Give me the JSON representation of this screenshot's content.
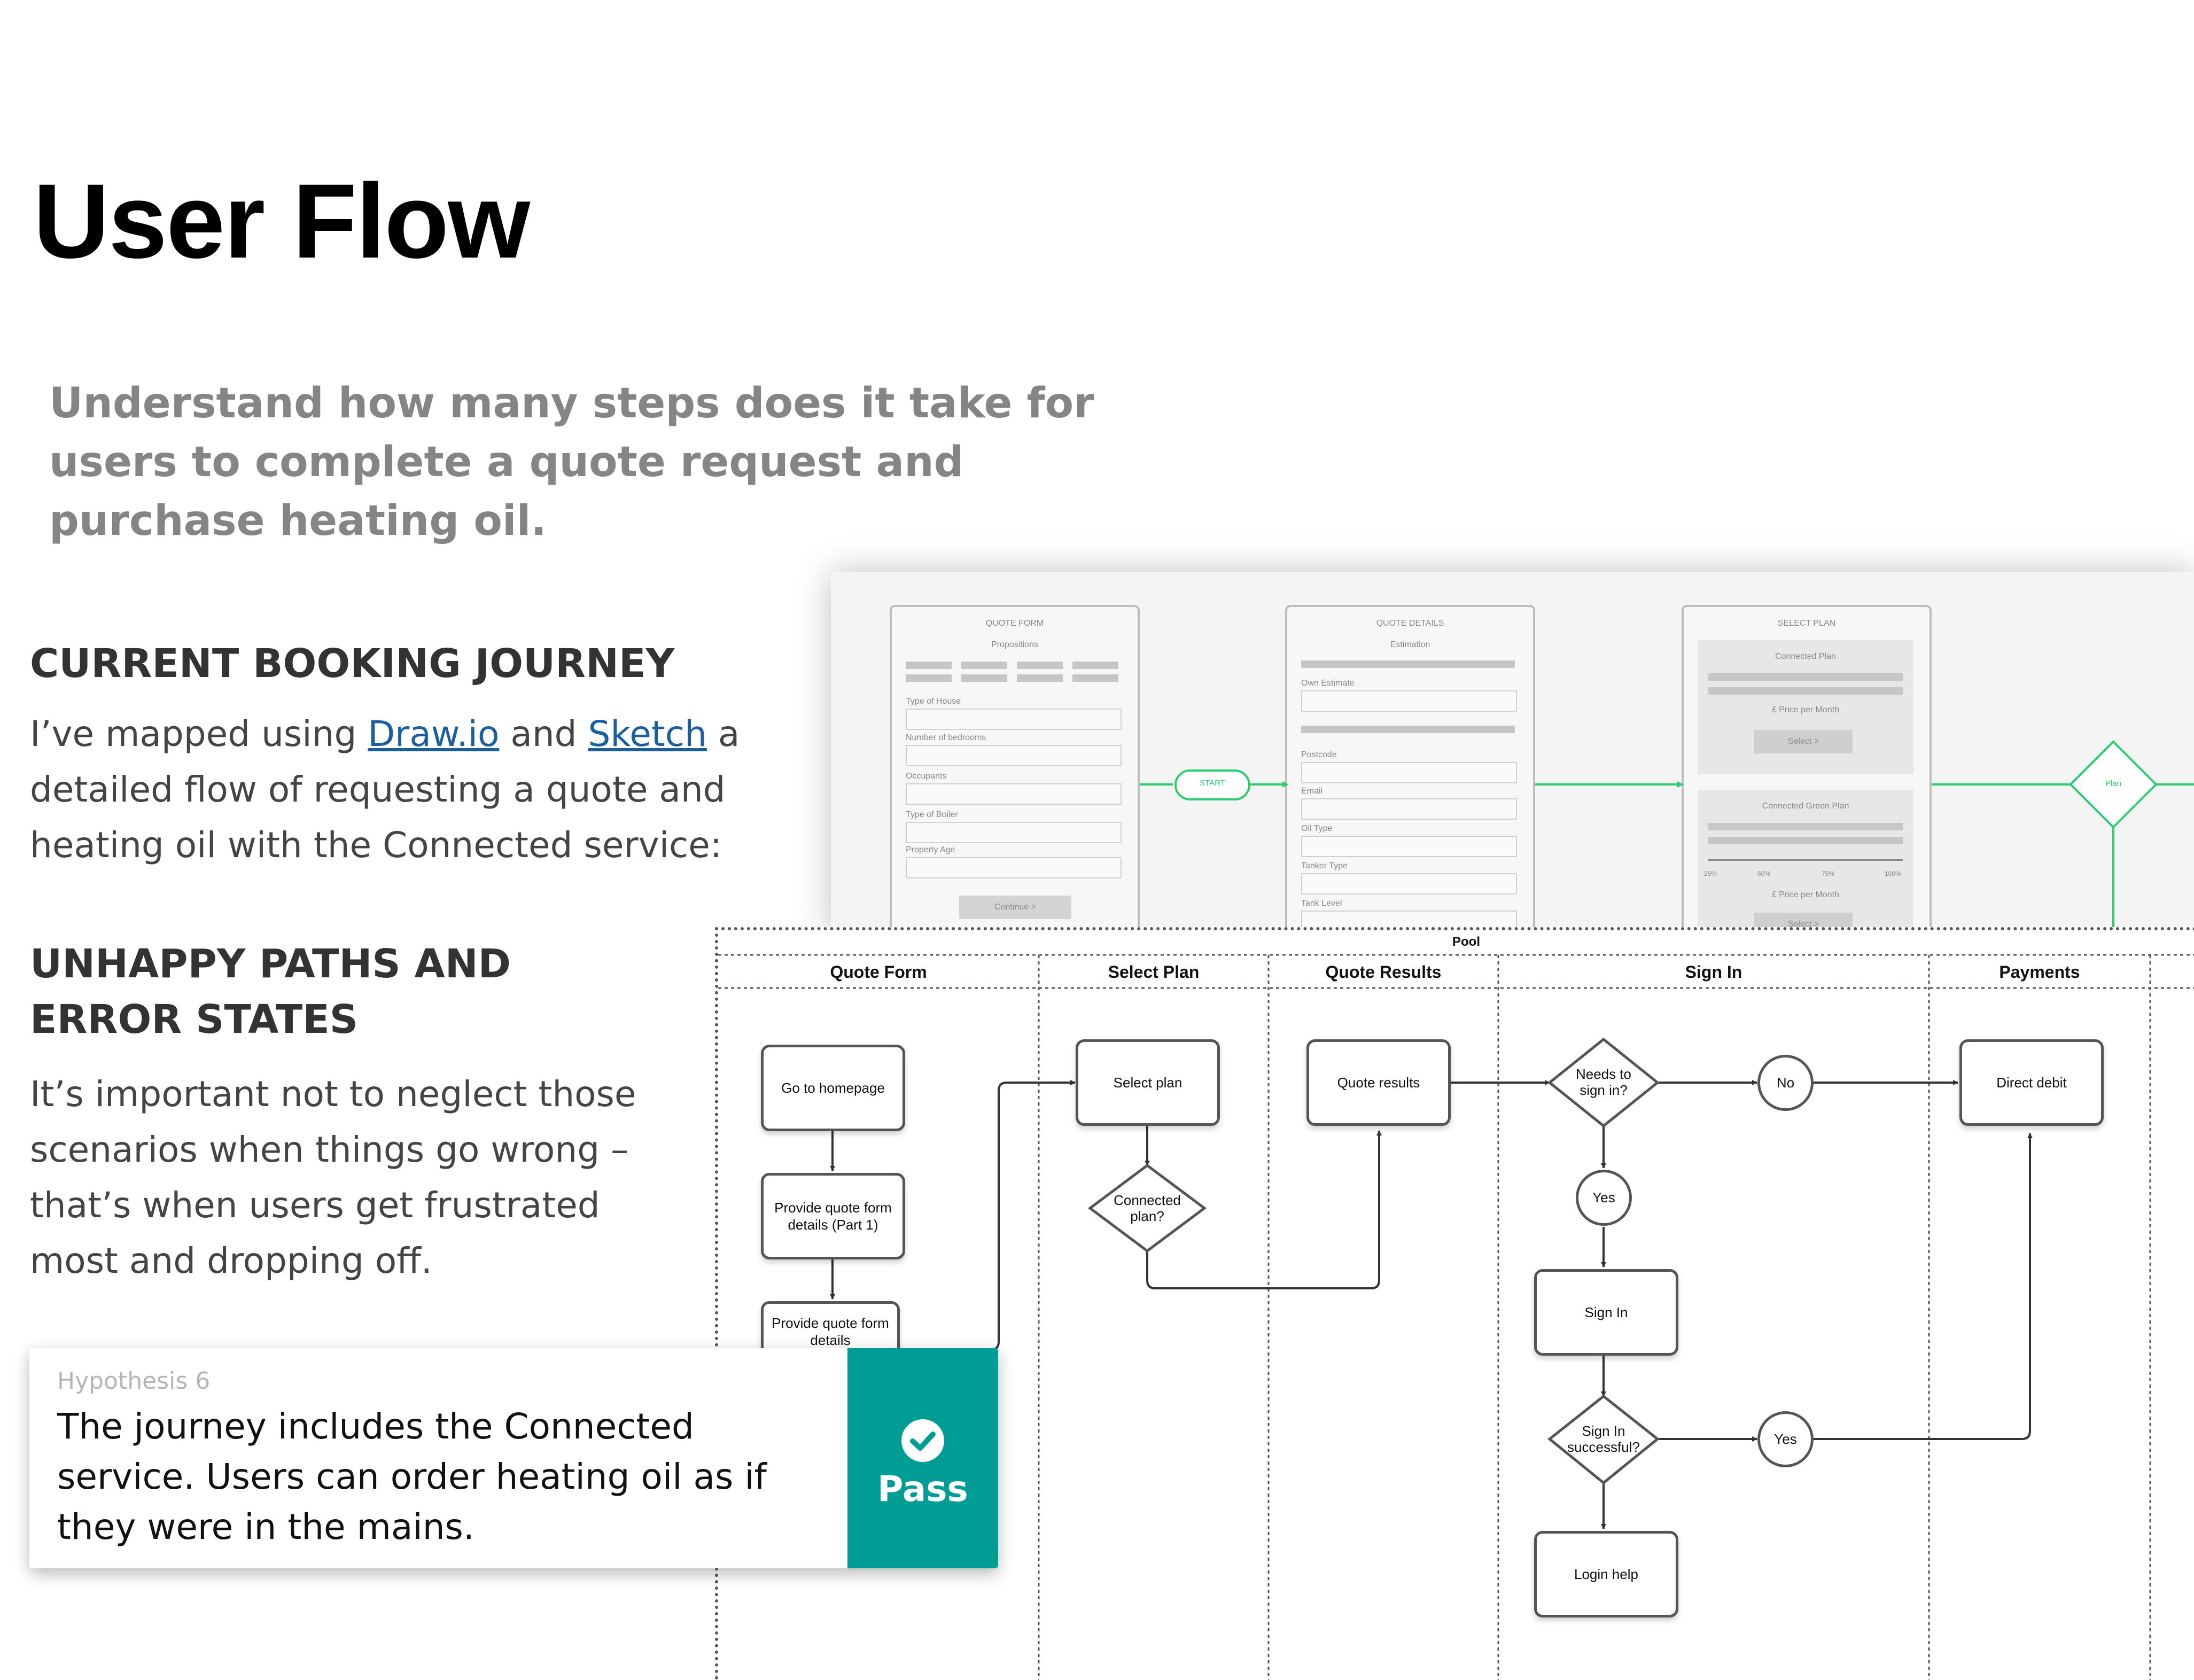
{
  "title": "User Flow",
  "subtitle": "Understand how many steps does it take for users to complete a quote request and purchase heating oil.",
  "current_journey": {
    "heading": "CURRENT BOOKING JOURNEY",
    "text_before": "I’ve mapped using ",
    "link1": "Draw.io",
    "text_mid": "  and ",
    "link2": "Sketch",
    "text_after": " a detailed flow of requesting a quote and heating oil with the Connected service:"
  },
  "unhappy": {
    "heading_line1": "UNHAPPY PATHS AND",
    "heading_line2": "ERROR STATES",
    "text": "It’s important not to neglect those scenarios when things go wrong – that’s when users get frustrated most and dropping off."
  },
  "wireframes": {
    "card1": {
      "title": "QUOTE FORM",
      "subtitle": "Propositions",
      "fields": [
        "Type of House",
        "Number of bedrooms",
        "Occupants",
        "Type of Boiler",
        "Property Age"
      ],
      "button": "Continue >"
    },
    "card2": {
      "title": "QUOTE DETAILS",
      "subtitle": "Estimation",
      "fields": [
        "Own Estimate",
        "Postcode",
        "Email",
        "Oil Type",
        "Tanker Type",
        "Tank Level"
      ]
    },
    "card3": {
      "title": "SELECT PLAN",
      "plan1": "Connected Plan",
      "price1": "£ Price per Month",
      "select1": "Select >",
      "plan2": "Connected Green Plan",
      "ticks": [
        "25%",
        "50%",
        "75%",
        "100%"
      ],
      "price2": "£ Price per Month",
      "select2": "Select >"
    },
    "start": "START",
    "plan_diamond": "Plan"
  },
  "flowchart": {
    "pool": "Pool",
    "lanes": [
      "Quote Form",
      "Select Plan",
      "Quote Results",
      "Sign In",
      "Payments"
    ],
    "nodes": {
      "go_home": "Go to homepage",
      "quote_part1": "Provide quote form details (Part 1)",
      "quote_part2": "Provide quote form details",
      "select_plan": "Select plan",
      "connected": "Connected plan?",
      "quote_results": "Quote results",
      "needs_signin": "Needs to sign in?",
      "no": "No",
      "direct_debit": "Direct debit",
      "yes1": "Yes",
      "sign_in": "Sign In",
      "signin_success": "Sign In successful?",
      "yes2": "Yes",
      "login_help": "Login help"
    }
  },
  "hypothesis": {
    "label": "Hypothesis 6",
    "text": "The journey includes the Connected service. Users can order heating oil as if they were in the mains.",
    "result": "Pass",
    "color": "#009d94"
  }
}
